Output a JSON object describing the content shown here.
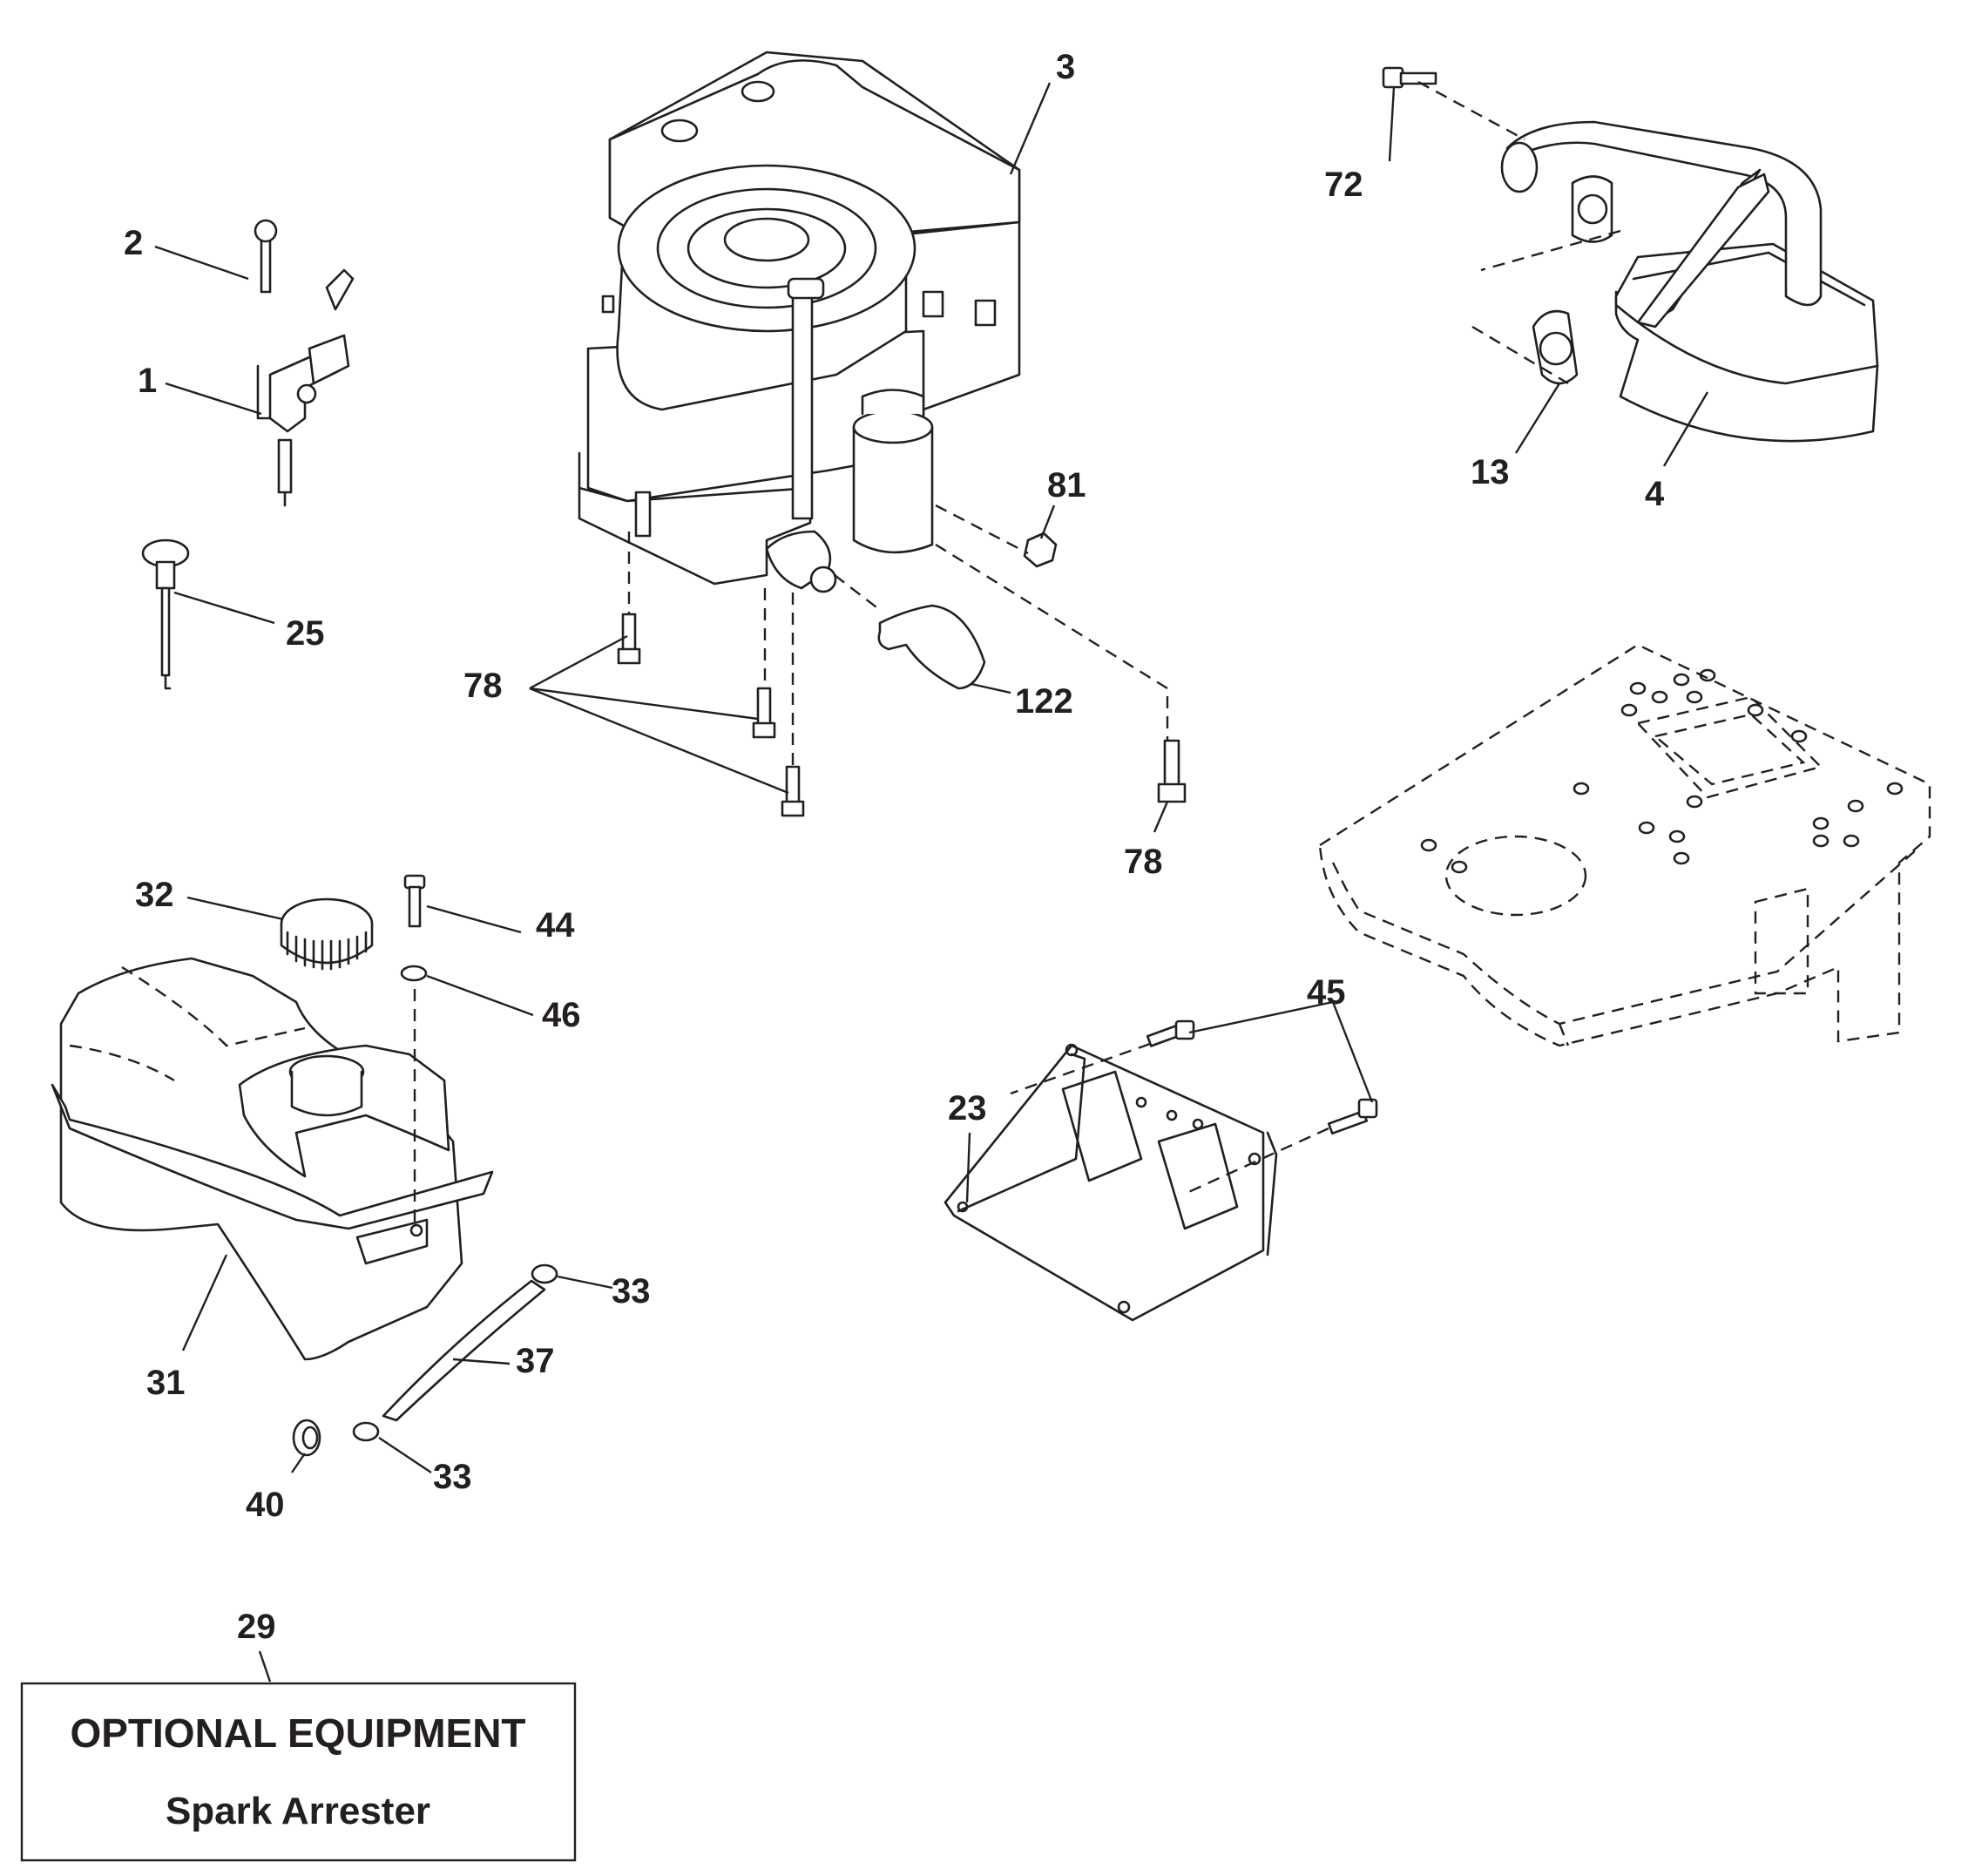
{
  "callouts": {
    "c1": "1",
    "c2": "2",
    "c3": "3",
    "c4": "4",
    "c13": "13",
    "c23": "23",
    "c25": "25",
    "c29": "29",
    "c31": "31",
    "c32": "32",
    "c33a": "33",
    "c33b": "33",
    "c37": "37",
    "c40": "40",
    "c44": "44",
    "c45": "45",
    "c46": "46",
    "c72": "72",
    "c78a": "78",
    "c78b": "78",
    "c81": "81",
    "c122": "122"
  },
  "optional_box": {
    "title": "OPTIONAL EQUIPMENT",
    "subtitle": "Spark Arrester"
  }
}
